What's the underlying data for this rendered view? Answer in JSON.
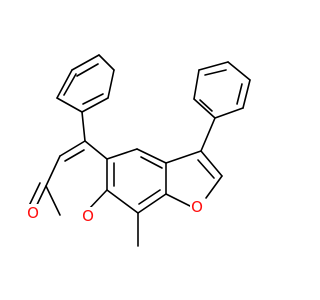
{
  "colors": {
    "background": "#ffffff",
    "bond": "#000000",
    "oxygen": "#ff0d0d"
  },
  "molecule": {
    "atoms": {
      "o_carbonyl": "O",
      "o_lactone": "O",
      "o_furan": "O"
    }
  }
}
